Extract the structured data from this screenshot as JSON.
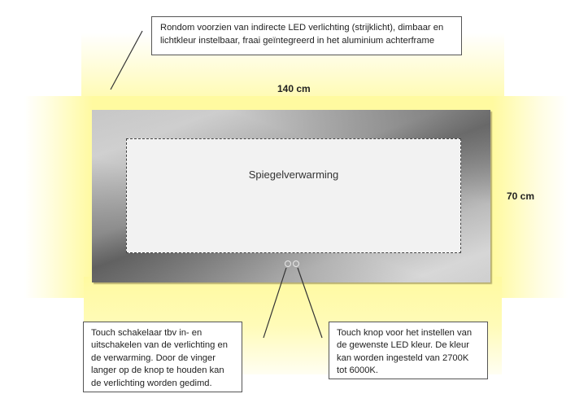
{
  "diagram": {
    "title_callout": "Rondom voorzien van indirecte LED verlichting (strijklicht), dimbaar en lichtkleur instelbaar, fraai geïntegreerd in het aluminium achterframe",
    "width_label": "140 cm",
    "height_label": "70 cm",
    "heated_zone_label": "Spiegelverwarming",
    "left_callout": "Touch schakelaar tbv in- en uitschakelen van de verlichting en de verwarming. Door de vinger langer op de knop te houden kan de verlichting worden gedimd.",
    "right_callout": "Touch knop voor het instellen van de gewenste LED kleur. De kleur kan worden ingesteld van 2700K tot 6000K.",
    "touch_buttons": [
      "power-dim-touch-button",
      "color-temperature-touch-button"
    ],
    "colors": {
      "led_glow": "#fffaa0",
      "mirror_frame": "#a0a0a0",
      "heated_zone": "#f2f2f2",
      "callout_border": "#555555"
    }
  }
}
